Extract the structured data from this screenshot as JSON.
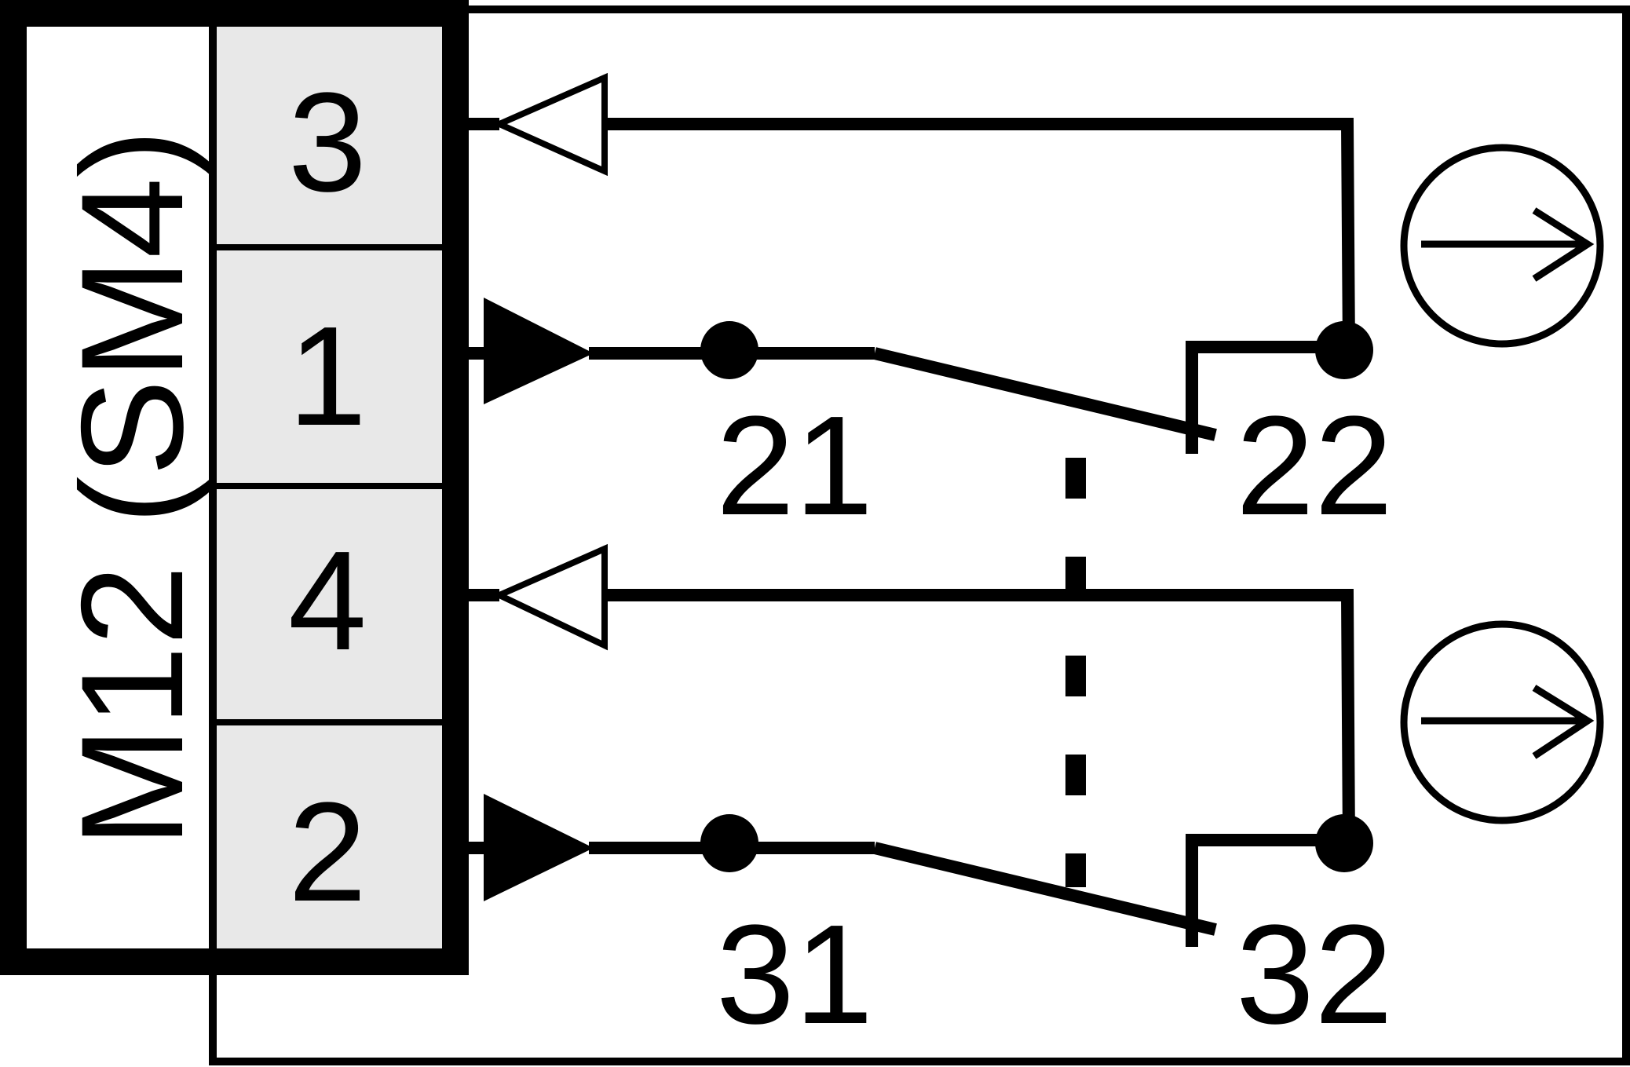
{
  "connector": {
    "label": "M12 (SM4)",
    "pins": [
      "3",
      "1",
      "4",
      "2"
    ]
  },
  "contacts": {
    "upper": {
      "common": "21",
      "nc": "22"
    },
    "lower": {
      "common": "31",
      "nc": "32"
    }
  },
  "colors": {
    "line": "#000000",
    "pin_fill": "#e8e8e8",
    "background": "#ffffff"
  },
  "icons": [
    "arrow-open-triangle-icon",
    "arrow-filled-triangle-icon",
    "direction-circle-icon"
  ]
}
